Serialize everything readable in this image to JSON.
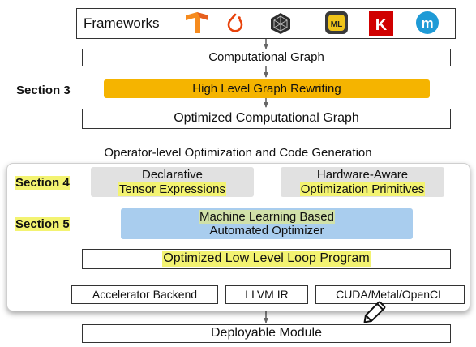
{
  "frameworks": {
    "label": "Frameworks",
    "logos": [
      "tensorflow-icon",
      "pytorch-icon",
      "mxnet-icon",
      "coreml-icon",
      "keras-icon",
      "caffe-icon"
    ]
  },
  "nodes": {
    "computational_graph": "Computational Graph",
    "high_level_rewriting": "High Level Graph Rewriting",
    "optimized_graph": "Optimized Computational Graph",
    "operator_heading": "Operator-level Optimization and Code Generation",
    "declarative_line1": "Declarative",
    "declarative_line2": "Tensor Expressions",
    "hardware_line1": "Hardware-Aware",
    "hardware_line2": "Optimization Primitives",
    "ml_line1": "Machine Learning Based",
    "ml_line2": "Automated Optimizer",
    "low_level": "Optimized Low Level Loop Program",
    "accelerator": "Accelerator Backend",
    "llvm": "LLVM IR",
    "cuda": "CUDA/Metal/OpenCL",
    "deployable": "Deployable Module"
  },
  "sections": {
    "s3": "Section 3",
    "s4": "Section 4",
    "s5": "Section 5"
  },
  "colors": {
    "rewrite_fill": "#f5b400",
    "optimizer_fill": "#a9cdee",
    "gray_fill": "#e1e1e1",
    "highlighter": "#f3f371",
    "keras_red": "#d00000",
    "caffe_blue": "#1e9ad6",
    "tf_orange": "#f68b1e"
  }
}
